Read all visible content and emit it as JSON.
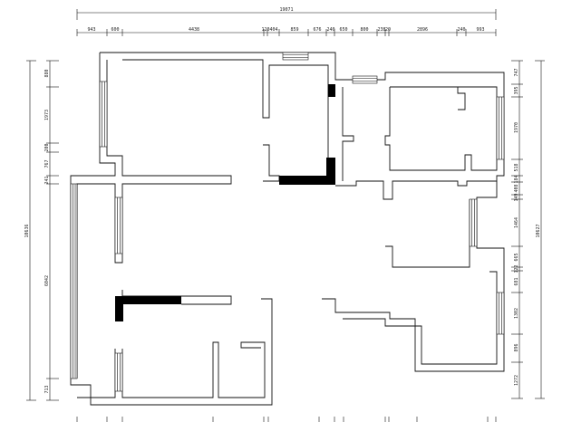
{
  "dimensions": {
    "top_total": "19071",
    "top_segments": [
      "943",
      "600",
      "4438",
      "120",
      "404",
      "859",
      "676",
      "240",
      "650",
      "800",
      "238",
      "20",
      "2896",
      "240",
      "993"
    ],
    "left_total": "10636",
    "left_segments": [
      "880",
      "1973",
      "200",
      "767",
      "241",
      "6042",
      "713"
    ],
    "right_total": "10627",
    "right_segments": [
      "747",
      "395",
      "1970",
      "518",
      "184",
      "408",
      "149",
      "1464",
      "665",
      "122",
      "681",
      "1302",
      "896",
      "1272"
    ]
  },
  "colors": {
    "line": "#111111",
    "solid_wall": "#000000",
    "background": "#ffffff"
  }
}
